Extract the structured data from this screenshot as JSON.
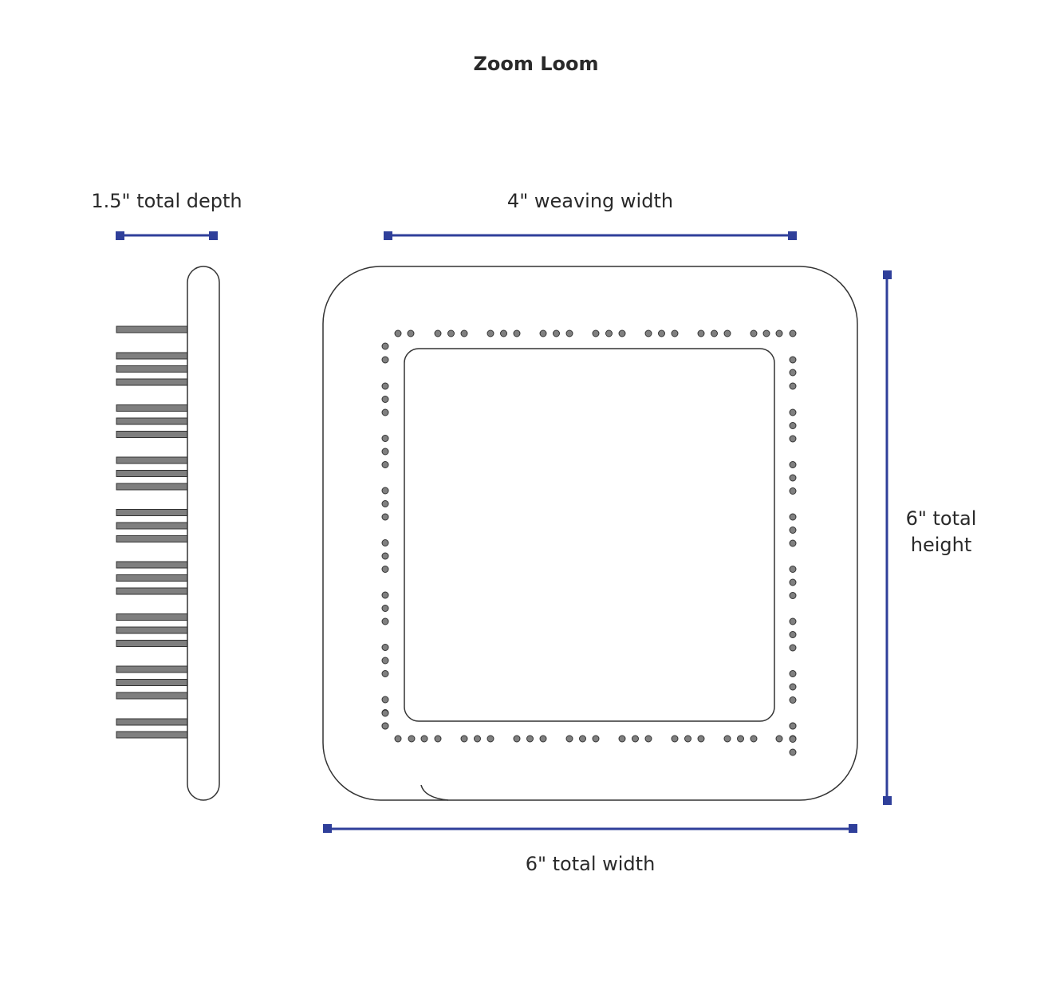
{
  "title": "Zoom Loom",
  "labels": {
    "depth": "1.5\" total depth",
    "weaving_width": "4\" weaving width",
    "total_width": "6\" total width",
    "total_height_line1": "6\" total",
    "total_height_line2": "height"
  },
  "colors": {
    "dimension_line": "#2f3f9a",
    "outline": "#333333",
    "peg_fill": "#7f7f7f",
    "hole_fill": "#808080",
    "text": "#2a2a2a"
  }
}
